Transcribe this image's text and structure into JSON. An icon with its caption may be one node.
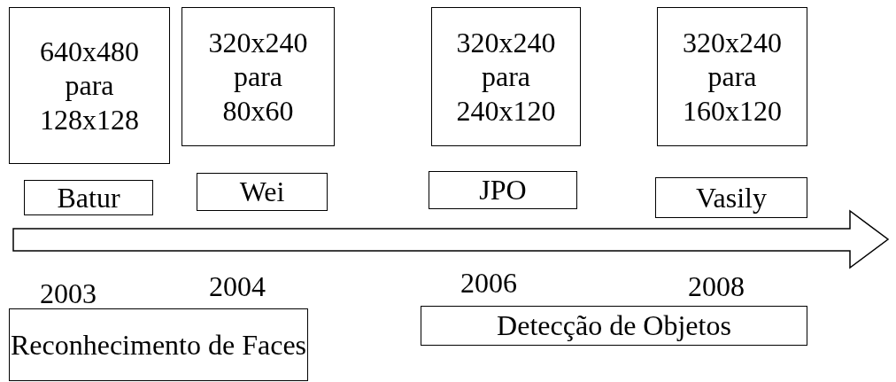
{
  "diagram": {
    "nodes": [
      {
        "text": [
          "640x480 para 128x128"
        ]
      },
      {
        "text": [
          "320x240 para 80x60"
        ]
      },
      {
        "text": [
          "320x240 para 240x120"
        ]
      },
      {
        "text": [
          "320x240 para 160x120"
        ]
      },
      {
        "text": [
          "Batur"
        ]
      },
      {
        "text": [
          "Wei"
        ]
      },
      {
        "text": [
          "JPO"
        ]
      },
      {
        "text": [
          "Vasily"
        ]
      },
      {
        "text": [
          "Reconhecimento de Faces"
        ]
      },
      {
        "text": [
          "Detecção de Objetos"
        ]
      }
    ],
    "labels": [
      "2003",
      "2004",
      "2006",
      "2008"
    ]
  }
}
